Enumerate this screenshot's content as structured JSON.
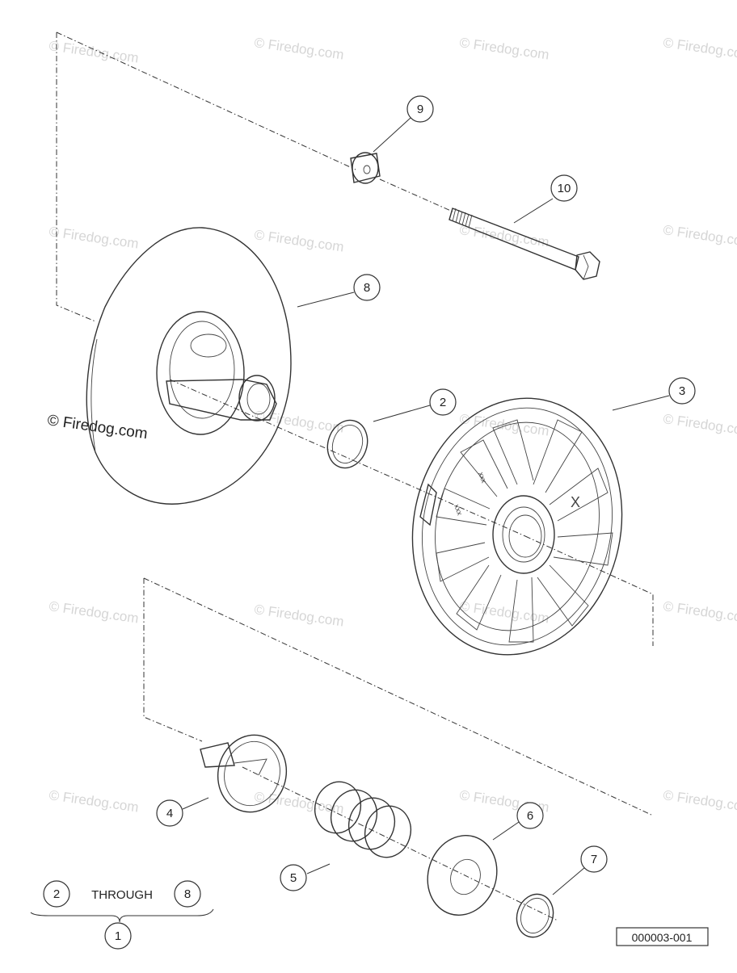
{
  "watermark": "© Firedog.com",
  "callouts": {
    "c1": "1",
    "c2": "2",
    "c3": "3",
    "c4": "4",
    "c5": "5",
    "c6": "6",
    "c7": "7",
    "c8": "8",
    "c9": "9",
    "c10": "10"
  },
  "assembly_note": {
    "from": "2",
    "word": "THROUGH",
    "to": "8",
    "assembly": "1"
  },
  "part_labels": {
    "hub_marking_1": "xxx",
    "hub_marking_2": "xxx",
    "cam_marking": "X"
  },
  "figure_id": "000003-001"
}
